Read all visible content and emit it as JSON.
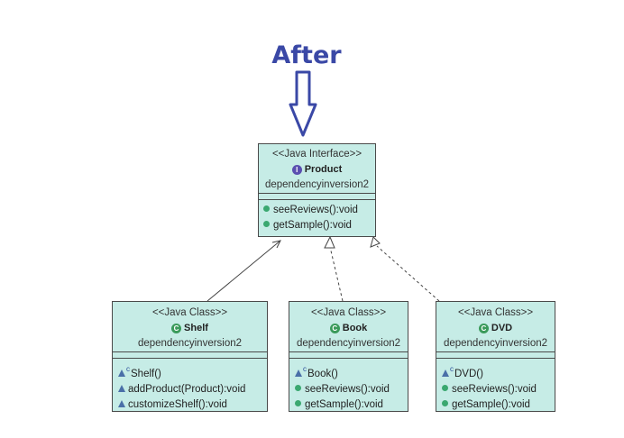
{
  "title": "After",
  "interface": {
    "stereotype": "<<Java Interface>>",
    "badge": "I",
    "name": "Product",
    "package": "dependencyinversion2",
    "operations": [
      "seeReviews():void",
      "getSample():void"
    ]
  },
  "classes": [
    {
      "stereotype": "<<Java Class>>",
      "badge": "C",
      "name": "Shelf",
      "package": "dependencyinversion2",
      "constructor_marker": "c",
      "constructor": "Shelf()",
      "operations": [
        "addProduct(Product):void",
        "customizeShelf():void"
      ]
    },
    {
      "stereotype": "<<Java Class>>",
      "badge": "C",
      "name": "Book",
      "package": "dependencyinversion2",
      "constructor_marker": "c",
      "constructor": "Book()",
      "operations": [
        "seeReviews():void",
        "getSample():void"
      ]
    },
    {
      "stereotype": "<<Java Class>>",
      "badge": "C",
      "name": "DVD",
      "package": "dependencyinversion2",
      "constructor_marker": "c",
      "constructor": "DVD()",
      "operations": [
        "seeReviews():void",
        "getSample():void"
      ]
    }
  ],
  "colors": {
    "title": "#3a48a6",
    "box_fill": "#c6ece6",
    "border": "#4a4a4a",
    "public_dot": "#3aa870",
    "protected_triangle": "#4a6fa8"
  }
}
